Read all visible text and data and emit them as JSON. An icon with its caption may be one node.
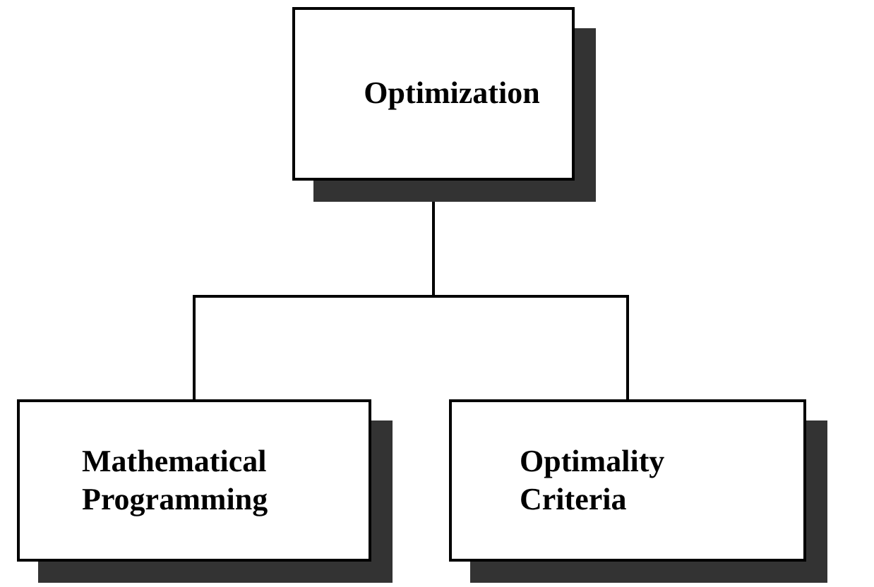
{
  "diagram": {
    "nodes": [
      {
        "text": [
          "Optimization"
        ]
      },
      {
        "text": [
          "Mathematical Programming"
        ]
      },
      {
        "text": [
          "Optimality Criteria"
        ]
      }
    ],
    "edges": [
      {
        "from": 0,
        "to": 1,
        "arrow": "none"
      },
      {
        "from": 0,
        "to": 2,
        "arrow": "none"
      }
    ]
  }
}
